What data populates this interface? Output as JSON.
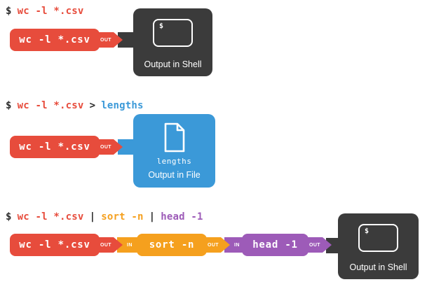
{
  "labels": {
    "out": "OUT",
    "in": "IN"
  },
  "colors": {
    "red": "#e74c3c",
    "orange": "#f5a01e",
    "purple": "#9d5bb8",
    "blue": "#3b99d8",
    "dark": "#3b3b3b",
    "text_dark": "#2b2b2b",
    "white": "#ffffff"
  },
  "sections": [
    {
      "name": "output-in-shell",
      "heading": {
        "prompt": "$",
        "command": "wc -l *.csv"
      },
      "command_box": {
        "label": "wc -l *.csv"
      },
      "shell_box": {
        "prompt": "$",
        "caption": "Output in Shell"
      }
    },
    {
      "name": "output-in-file",
      "heading": {
        "prompt": "$",
        "command": "wc -l *.csv",
        "operator": ">",
        "target": "lengths"
      },
      "command_box": {
        "label": "wc -l *.csv"
      },
      "file_box": {
        "filename": "lengths",
        "caption": "Output in File"
      }
    },
    {
      "name": "pipeline-output-in-shell",
      "heading": {
        "prompt": "$",
        "command1": "wc -l *.csv",
        "pipe1": "|",
        "command2": "sort -n",
        "pipe2": "|",
        "command3": "head -1"
      },
      "command_boxes": [
        {
          "label": "wc -l *.csv"
        },
        {
          "label": "sort -n"
        },
        {
          "label": "head -1"
        }
      ],
      "shell_box": {
        "prompt": "$",
        "caption": "Output in Shell"
      }
    }
  ]
}
